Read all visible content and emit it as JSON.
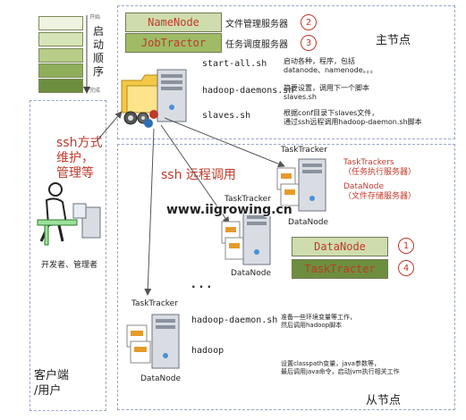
{
  "legend": {
    "label": "启动顺序",
    "top_small": "开始",
    "bottom_small": "完成",
    "colors": [
      "#eef4e0",
      "#d6e4b8",
      "#b7cd88",
      "#8fae5a",
      "#6d8e3e"
    ]
  },
  "master": {
    "title": "主节点",
    "namenode": {
      "label": "NameNode",
      "desc": "文件管理服务器",
      "order": "2"
    },
    "jobtracker": {
      "label": "JobTractor",
      "desc": "任务调度服务器",
      "order": "3"
    },
    "scripts": [
      "start-all.sh",
      "hadoop-daemons.sh",
      "slaves.sh"
    ],
    "notes": [
      "启动各种，程序，包括\ndatanode、namenode。。。",
      "简要设置，调用下一个脚本\nslaves.sh",
      "根据conf目录下slaves文件，\n通过ssh远程调用hadoop-daemon.sh脚本"
    ]
  },
  "client": {
    "title": "客户端\n/用户",
    "ssh_label": "ssh方式\n维护，\n管理等",
    "person_caption": "开发者、管理者"
  },
  "slave": {
    "title": "从节点",
    "ssh_remote": "ssh 远程调用",
    "nodes": [
      {
        "tasktracker": "TaskTracker",
        "datanode": "DataNode"
      },
      {
        "tasktracker": "TaskTracker",
        "datanode": "DataNode"
      },
      {
        "tasktracker": "TaskTracker",
        "datanode": "DataNode"
      }
    ],
    "tasktrackers_note": "TaskTrackers\n（任务执行服务器）",
    "datanode_note": "DataNode\n（文件存储服务器）",
    "datanode_box": {
      "label": "DataNode",
      "order": "1"
    },
    "tasktracter_box": {
      "label": "TaskTracter",
      "order": "4"
    },
    "ellipsis": "· · ·",
    "scripts": [
      "hadoop-daemon.sh",
      "hadoop"
    ],
    "notes": [
      "准备一些环境变量等工作，\n然后调用hadoop脚本",
      "设置classpath变量，java参数等，\n最后调用java命令，启动jvm执行相关工作"
    ]
  },
  "watermark": "www.iigrowing.cn"
}
